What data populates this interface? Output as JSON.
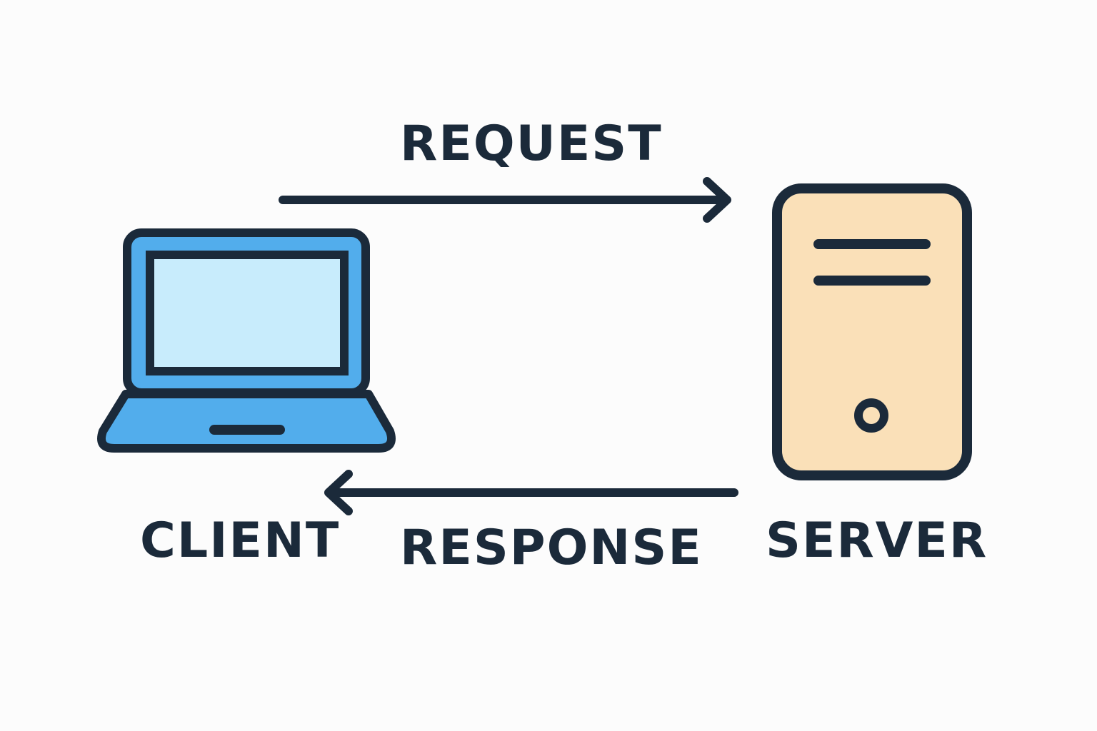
{
  "labels": {
    "request": "REQUEST",
    "response": "RESPONSE",
    "client": "CLIENT",
    "server": "SERVER"
  },
  "icons": {
    "client": "laptop-icon",
    "server": "server-icon"
  },
  "colors": {
    "outline": "#1b2a3a",
    "laptop_body": "#52adec",
    "laptop_screen": "#c8ecfc",
    "server_body": "#fae0b8",
    "background": "#fcfcfc"
  }
}
